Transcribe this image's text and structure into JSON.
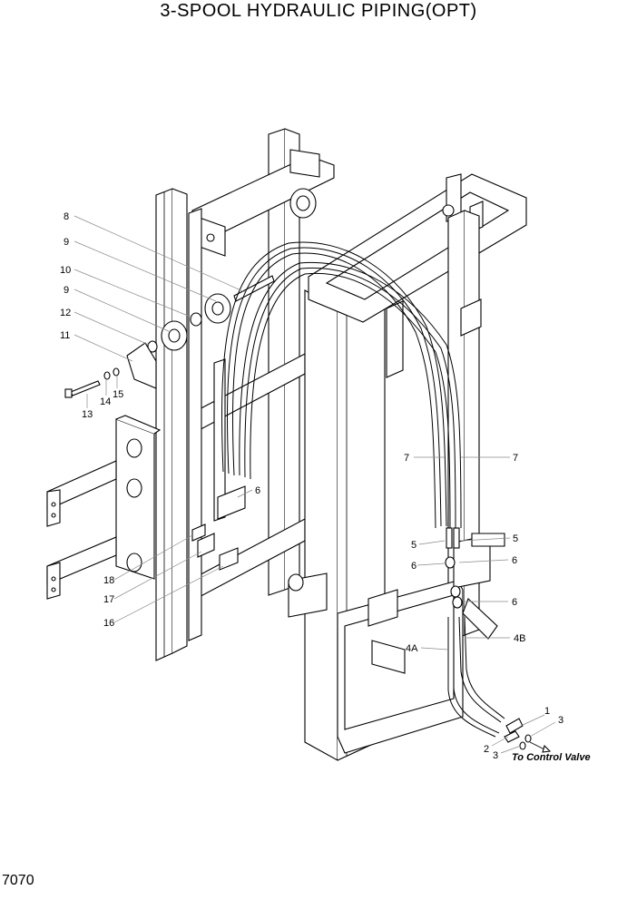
{
  "title": "3-SPOOL HYDRAULIC PIPING(OPT)",
  "page_number": "7070",
  "callouts": {
    "c8": "8",
    "c9a": "9",
    "c10": "10",
    "c9b": "9",
    "c12": "12",
    "c11": "11",
    "c13": "13",
    "c14": "14",
    "c15": "15",
    "c18": "18",
    "c17": "17",
    "c16": "16",
    "c6a": "6",
    "c7a": "7",
    "c7b": "7",
    "c5a": "5",
    "c5b": "5",
    "c6b": "6",
    "c6c": "6",
    "c6d": "6",
    "c4a": "4A",
    "c4b": "4B",
    "c1": "1",
    "c2": "2",
    "c3a": "3",
    "c3b": "3"
  },
  "note_to_control_valve": "To Control Valve"
}
